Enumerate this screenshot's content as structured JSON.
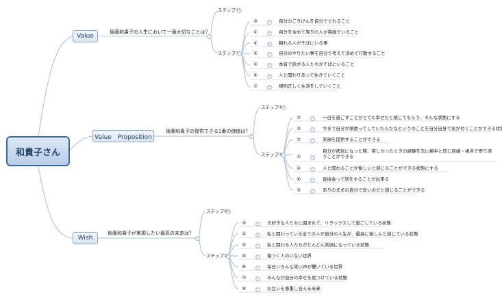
{
  "root": {
    "label": "和貴子さん"
  },
  "branches": [
    {
      "label": "Value",
      "question": "後藤和貴子の人生において一番大切なことは？",
      "step1": "ステップ①",
      "step2": "ステップ②",
      "items": [
        {
          "num": "③",
          "text": "自分のごきげんを自分でとれること"
        },
        {
          "num": "①",
          "text": "自分を含めて周りの人が笑顔でいること"
        },
        {
          "num": "④",
          "text": "頼れる人がそばにいる事"
        },
        {
          "num": "⑤",
          "text": "自分のやりたい事を自分で考えて決めて行動すること"
        },
        {
          "num": "②",
          "text": "本音で話せる人たちがそばにいること"
        },
        {
          "num": "⑥",
          "text": "人と関わりあって生きていくこと"
        },
        {
          "num": "⑦",
          "text": "規則正しく生活をしていくこと"
        }
      ]
    },
    {
      "label": "Value　Proposition",
      "question": "後藤和貴子の提供できる1番の価値は？",
      "step1": "ステップ①",
      "step2": "ステップ②",
      "items": [
        {
          "num": "②",
          "text": "一日を過ごすことがとても幸せだと感じてもらう、そんな状態にする"
        },
        {
          "num": "③",
          "text": "今まで自分が頑張ってしていたんだなというのことを自分自身で気が付くことができる状態にする"
        },
        {
          "num": "⑦",
          "text": "笑顔を提供することができる"
        },
        {
          "num": "①",
          "text": "自分が病気になった時、苦しかったときの経験を元に相手と同じ目線・視点で寄り添うことができる"
        },
        {
          "num": "④",
          "text": "人と関わることが愉しいと感じることができる状態にする"
        },
        {
          "num": "⑥",
          "text": "直接会って話をすることが出来る"
        },
        {
          "num": "⑤",
          "text": "ありのままの自分で良いのだと感じることができる"
        }
      ]
    },
    {
      "label": "Wish",
      "question": "後藤和貴子が実現したい最高の未来は？",
      "step1": "ステップ①",
      "step2": "ステップ②",
      "items": [
        {
          "num": "③",
          "text": "大好きな人たちに囲まれて、リラックスして過ごしている状態"
        },
        {
          "num": "①",
          "text": "私と関わっている全ての人が自分の人生が、最高に愉しんと感じている状態"
        },
        {
          "num": "②",
          "text": "私と関わる人たちがどんどん笑顔になっている状態"
        },
        {
          "num": "④",
          "text": "傷つく人のいない世界"
        },
        {
          "num": "⑥",
          "text": "毎日いろんな笑い声が響いている世界"
        },
        {
          "num": "⑦",
          "text": "みんなが自分の幸せを見つけている状態"
        },
        {
          "num": "⑤",
          "text": "お互いを尊重し合える未来"
        }
      ]
    }
  ],
  "colors": {
    "line": "#8aa6c7",
    "root_border": "#3d6a9e",
    "node_fill": "#dbe7f5"
  }
}
